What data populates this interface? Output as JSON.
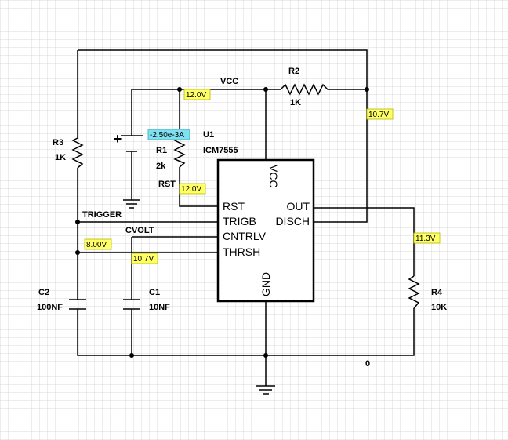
{
  "colors": {
    "grid": "#d9d9d9",
    "wire": "#000000",
    "voltage_probe": "#ffff66",
    "current_probe": "#7fe0f0"
  },
  "components": {
    "r1": {
      "ref": "R1",
      "value": "2k"
    },
    "r2": {
      "ref": "R2",
      "value": "1K"
    },
    "r3": {
      "ref": "R3",
      "value": "1K"
    },
    "r4": {
      "ref": "R4",
      "value": "10K"
    },
    "c1": {
      "ref": "C1",
      "value": "10NF"
    },
    "c2": {
      "ref": "C2",
      "value": "100NF"
    },
    "u1": {
      "ref": "U1",
      "part": "ICM7555"
    }
  },
  "ic_pins": {
    "vcc": "VCC",
    "rst": "RST",
    "trigb": "TRIGB",
    "cntrlv": "CNTRLV",
    "thrsh": "THRSH",
    "out": "OUT",
    "disch": "DISCH",
    "gnd": "GND"
  },
  "nets": {
    "vcc": "VCC",
    "rst": "RST",
    "trigger": "TRIGGER",
    "cvolt": "CVOLT",
    "ground": "0"
  },
  "probes": {
    "vcc": "12.0V",
    "current": "-2.50e-3A",
    "rst": "12.0V",
    "disch": "10.7V",
    "out": "11.3V",
    "trigger": "8.00V",
    "thrsh": "10.7V"
  }
}
